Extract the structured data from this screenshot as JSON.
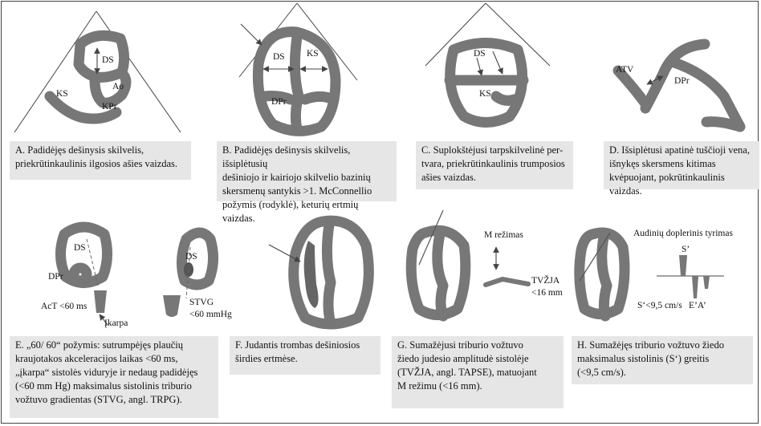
{
  "panels": {
    "A": {
      "labels": {
        "ds": "DS",
        "ks": "KS",
        "ao": "Ao",
        "kpr": "KPr"
      },
      "caption": "A. Padidėjęs dešinysis skilvelis,\npriekrūtinkaulinis ilgosios ašies vaizdas."
    },
    "B": {
      "labels": {
        "ds": "DS",
        "ks": "KS",
        "dpr": "DPr"
      },
      "caption": "B. Padidėjęs dešinysis skilvelis, išsiplėtusių\ndešiniojo ir kairiojo skilvelio bazinių\nskersmenų santykis >1. McConnellio\npožymis (rodyklė), keturių ertmių vaizdas."
    },
    "C": {
      "labels": {
        "ds": "DS",
        "ks": "KS"
      },
      "caption": "C. Suplokštėjusi tarpskilvelinė per-\ntvara, priekrūtinkaulinis trumposios\našies vaizdas."
    },
    "D": {
      "labels": {
        "atv": "ATV",
        "dpr": "DPr"
      },
      "caption": "D. Išsiplėtusi apatinė tuščioji vena,\nišnykęs skersmens kitimas\nkvėpuojant, pokrūtinkaulinis vaizdas."
    },
    "E": {
      "labels": {
        "ds": "DS",
        "dpr": "DPr",
        "act": "AcT <60 ms",
        "ikarpa": "Įkarpa",
        "ds2": "DS",
        "stvg": "STVG",
        "stvg2": "<60 mmHg"
      },
      "caption": "E. „60/ 60“ požymis: sutrumpėjęs plaučių\nkraujotakos akceleracijos laikas <60 ms,\n„įkarpa“ sistolės viduryje ir nedaug padidėjęs\n(<60 mm Hg) maksimalus sistolinis triburio\nvožtuvo gradientas (STVG, angl. TRPG)."
    },
    "F": {
      "caption": "F. Judantis trombas dešiniosios\nširdies ertmėse."
    },
    "G": {
      "labels": {
        "mrezimas": "M režimas",
        "tvzja": "TVŽJA",
        "tvzja2": "<16 mm"
      },
      "caption": "G. Sumažėjusi triburio vožtuvo\nžiedo judesio amplitudė sistolėje\n(TVŽJA, angl. TAPSE), matuojant\nM režimu (<16 mm)."
    },
    "H": {
      "labels": {
        "title": "Audinių doplerinis tyrimas",
        "s": "S’",
        "ea": "E’A’",
        "sval": "S‘<9,5 cm/s"
      },
      "caption": "H. Sumažėjęs triburio vožtuvo žiedo\nmaksimalus sistolinis (S‘) greitis\n(<9,5 cm/s)."
    }
  }
}
